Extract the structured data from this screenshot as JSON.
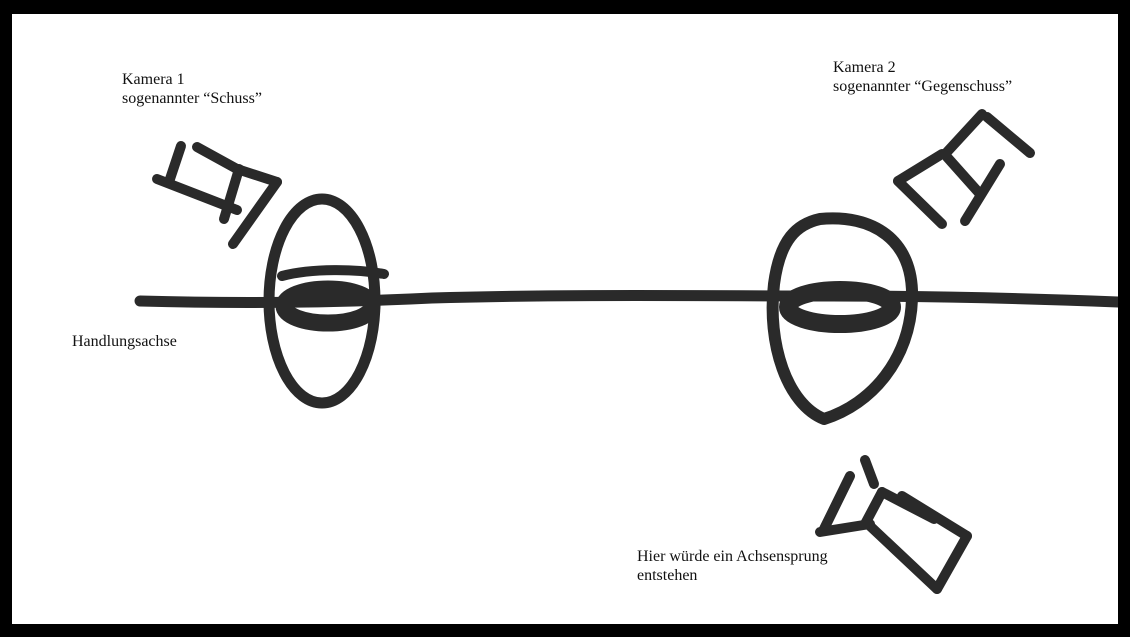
{
  "labels": {
    "camera1_title": "Kamera 1",
    "camera1_sub": "sogenannter “Schuss”",
    "camera2_title": "Kamera 2",
    "camera2_sub": "sogenannter “Gegenschuss”",
    "axis": "Handlungsachse",
    "jump_line1": "Hier würde ein Achsensprung",
    "jump_line2": "entstehen"
  },
  "colors": {
    "background": "#ffffff",
    "frame": "#000000",
    "ink": "#2a2a2a"
  },
  "icons": [
    "camera-sketch",
    "person-top-view-sketch",
    "action-axis-line"
  ]
}
